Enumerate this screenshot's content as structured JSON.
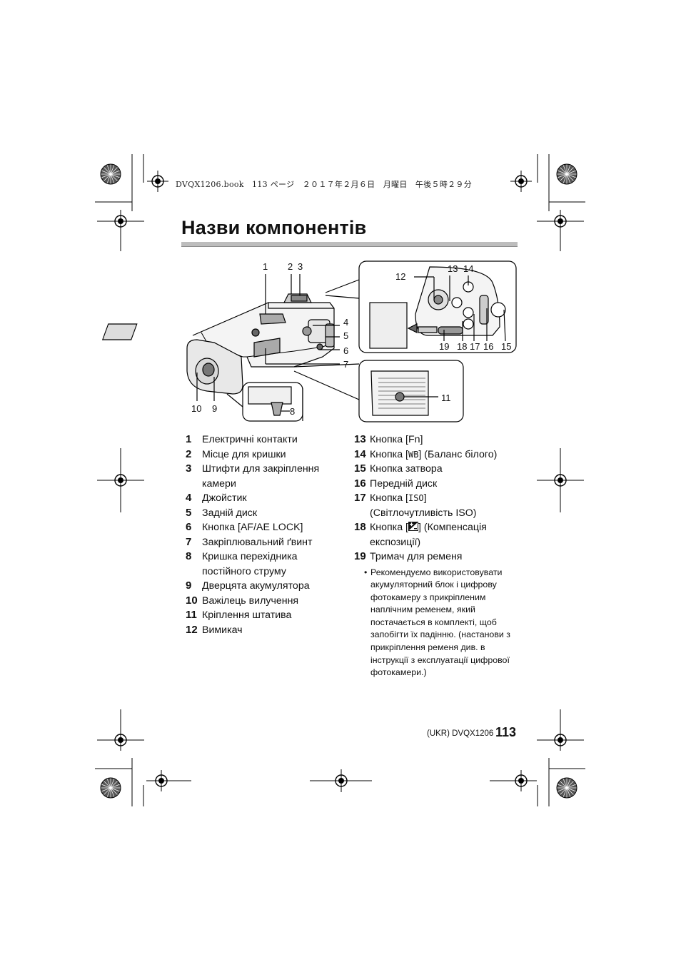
{
  "header_line": "DVQX1206.book　113 ページ　２０１７年２月６日　月曜日　午後５時２９分",
  "title": "Назви компонентів",
  "diagram_labels": {
    "l1": "1",
    "l2": "2",
    "l3": "3",
    "l4": "4",
    "l5": "5",
    "l6": "6",
    "l7": "7",
    "l8": "8",
    "l9": "9",
    "l10": "10",
    "l11": "11",
    "l12": "12",
    "l13": "13",
    "l14": "14",
    "l15": "15",
    "l16": "16",
    "l17": "17",
    "l18": "18",
    "l19": "19"
  },
  "components_left": [
    {
      "num": "1",
      "text": "Електричні контакти"
    },
    {
      "num": "2",
      "text": "Місце для кришки"
    },
    {
      "num": "3",
      "text": "Штифти для закріплення камери"
    },
    {
      "num": "4",
      "text": "Джойстик"
    },
    {
      "num": "5",
      "text": "Задній диск"
    },
    {
      "num": "6",
      "text": "Кнопка [AF/AE LOCK]"
    },
    {
      "num": "7",
      "text": "Закріплювальний ґвинт"
    },
    {
      "num": "8",
      "text": "Кришка перехідника постійного струму"
    },
    {
      "num": "9",
      "text": "Дверцята акумулятора"
    },
    {
      "num": "10",
      "text": "Важілець вилучення"
    },
    {
      "num": "11",
      "text": "Кріплення штатива"
    },
    {
      "num": "12",
      "text": "Вимикач"
    }
  ],
  "components_right": {
    "c13": {
      "num": "13",
      "text": "Кнопка [Fn]"
    },
    "c14": {
      "num": "14",
      "pre": "Кнопка [",
      "sym": "WB",
      "post": "] (Баланс білого)"
    },
    "c15": {
      "num": "15",
      "text": "Кнопка затвора"
    },
    "c16": {
      "num": "16",
      "text": "Передній диск"
    },
    "c17": {
      "num": "17",
      "pre": "Кнопка [",
      "sym": "ISO",
      "post": "]",
      "line2": "(Світлочутливість ISO)"
    },
    "c18": {
      "num": "18",
      "pre": "Кнопка [",
      "post": "] (Компенсація",
      "line2": "експозиції)"
    },
    "c19": {
      "num": "19",
      "text": "Тримач для ременя"
    },
    "note": "Рекомендуємо використовувати акумуляторний блок і цифрову фотокамеру з прикріпленим наплічним ременем, який постачається в комплекті, щоб запобігти їх падінню. (настанови з прикріплення ременя див. в інструкції з експлуатації цифрової фотокамери.)"
  },
  "footer": {
    "code": "(UKR) DVQX1206",
    "page": "113"
  }
}
